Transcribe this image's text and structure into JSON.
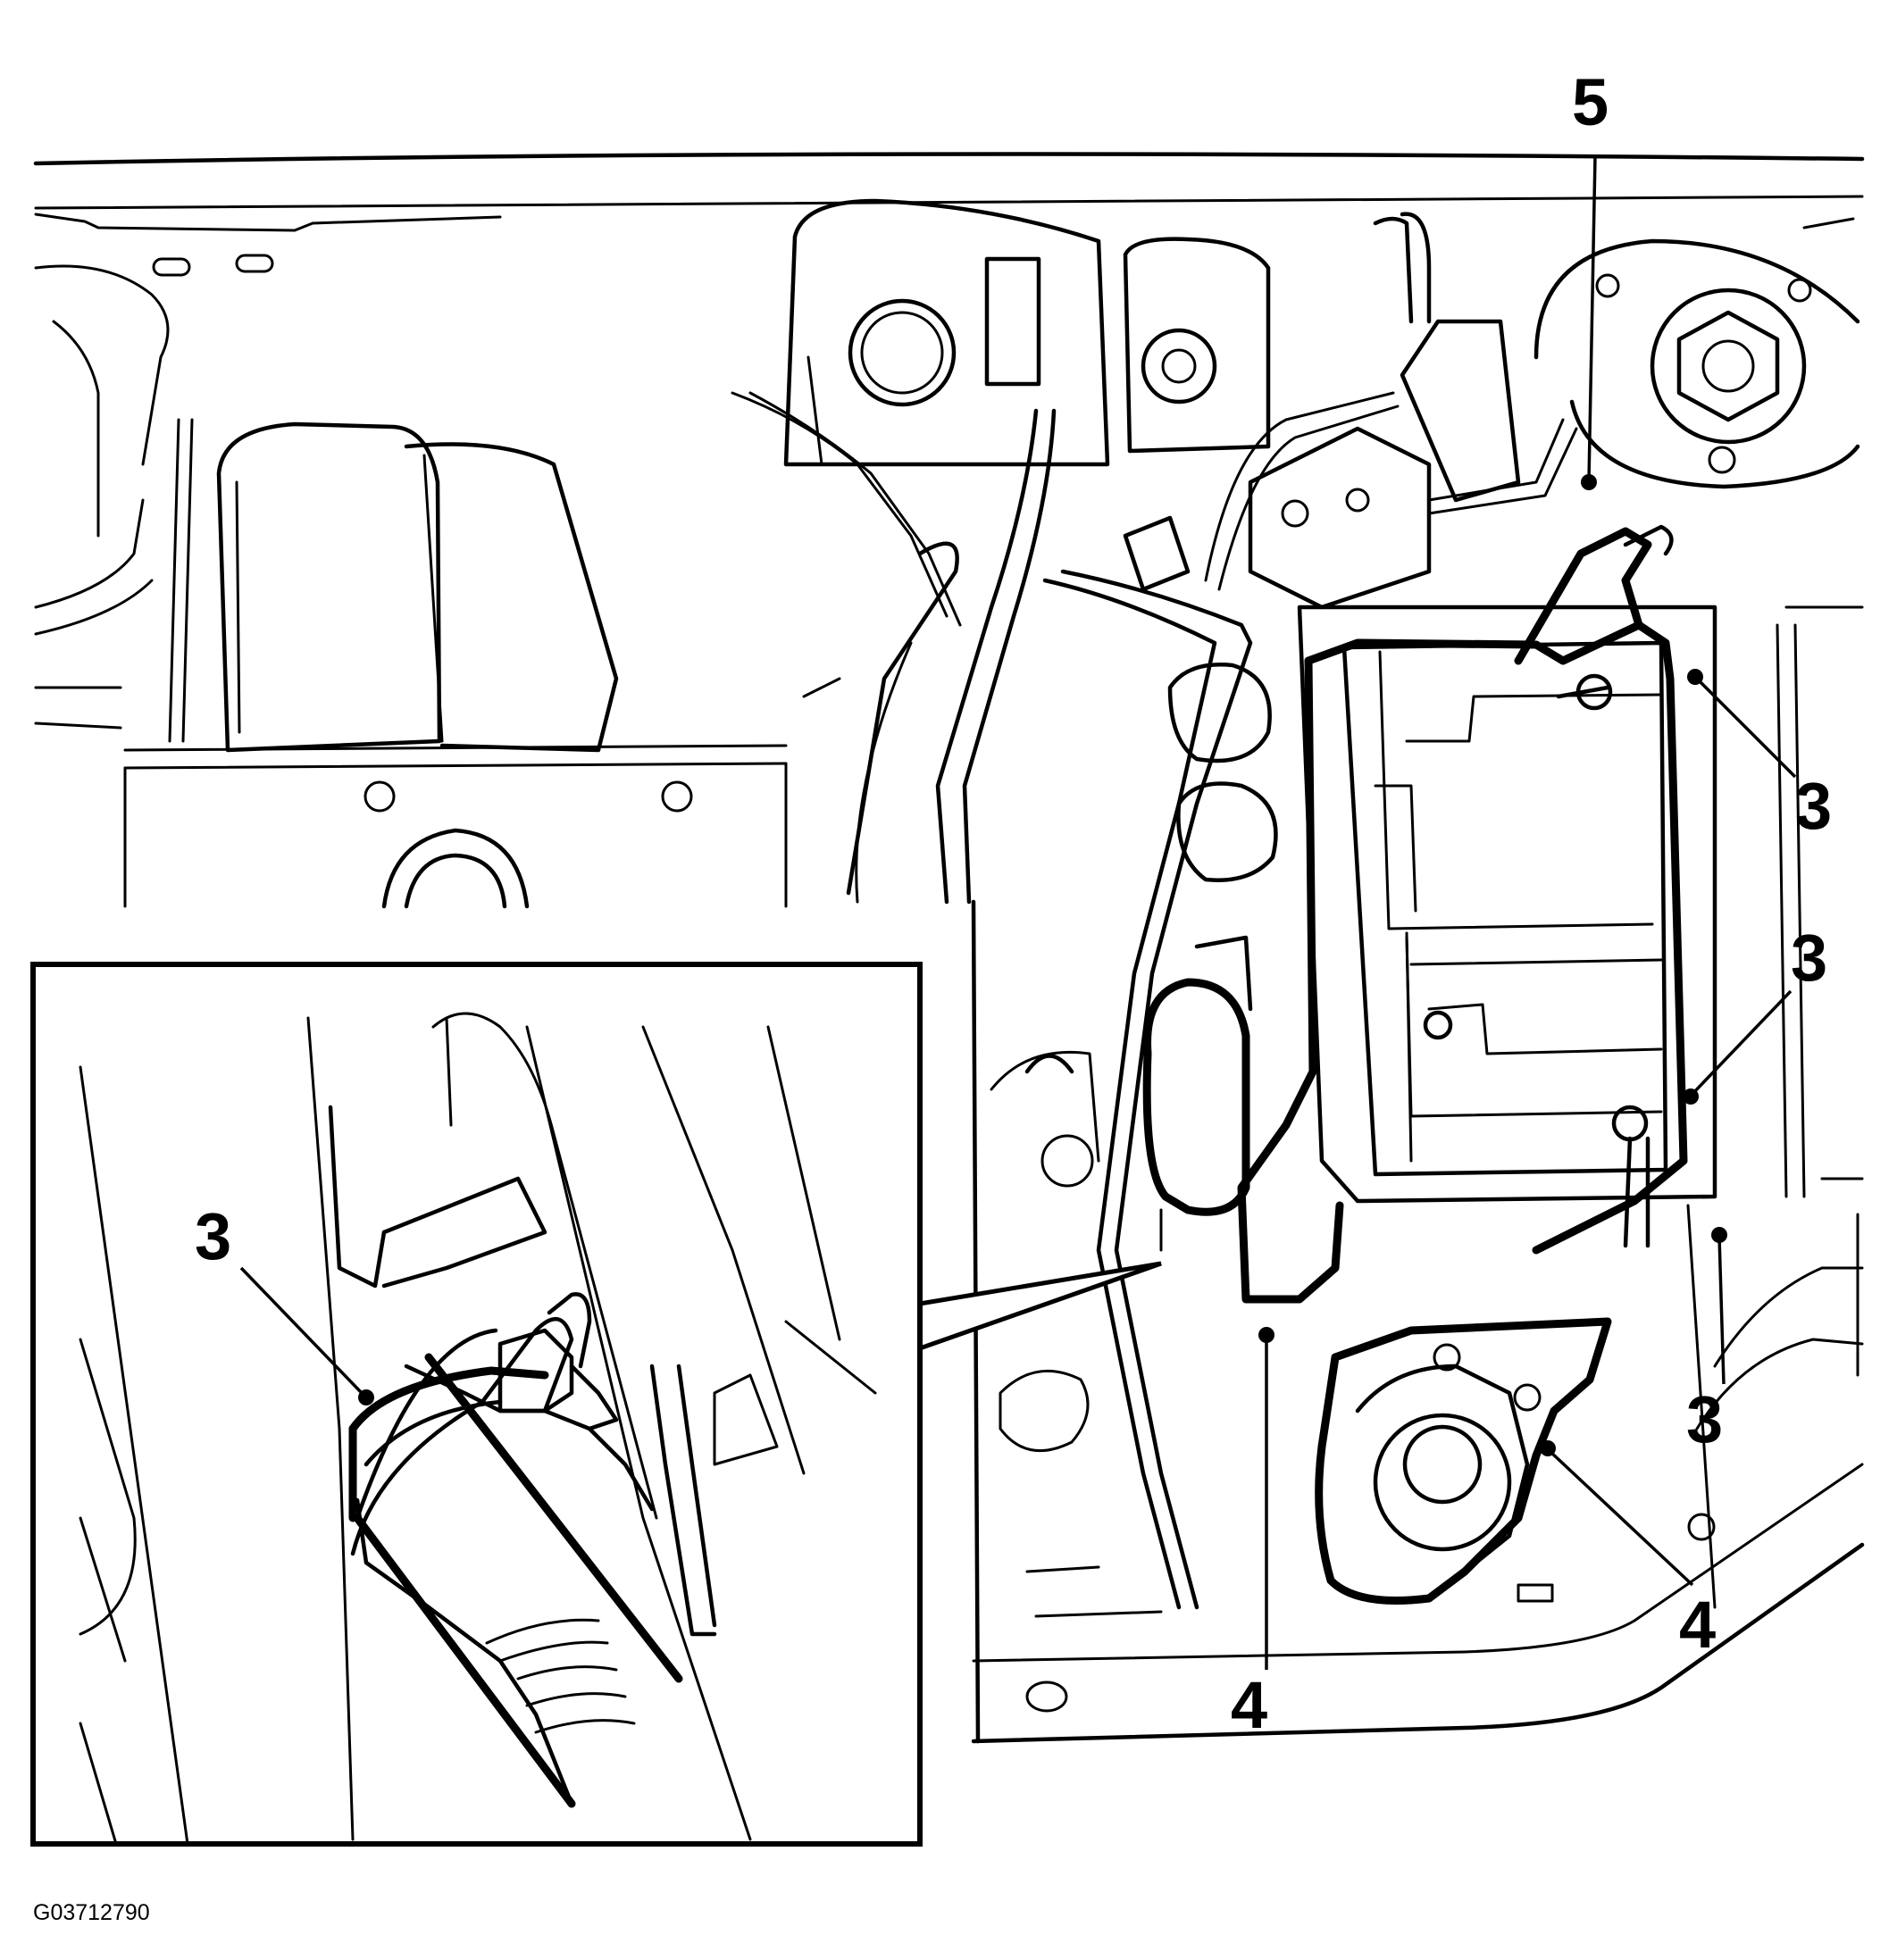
{
  "figure": {
    "id": "G03712790",
    "callouts": {
      "c5": "5",
      "c3a": "3",
      "c3b": "3",
      "c3c": "3",
      "c4a": "4",
      "c4b": "4",
      "inset3": "3"
    }
  },
  "icons": {
    "engine-bay": "engine-compartment-line-drawing",
    "battery": "battery-icon",
    "inset": "detail-inset-hose-clip"
  }
}
